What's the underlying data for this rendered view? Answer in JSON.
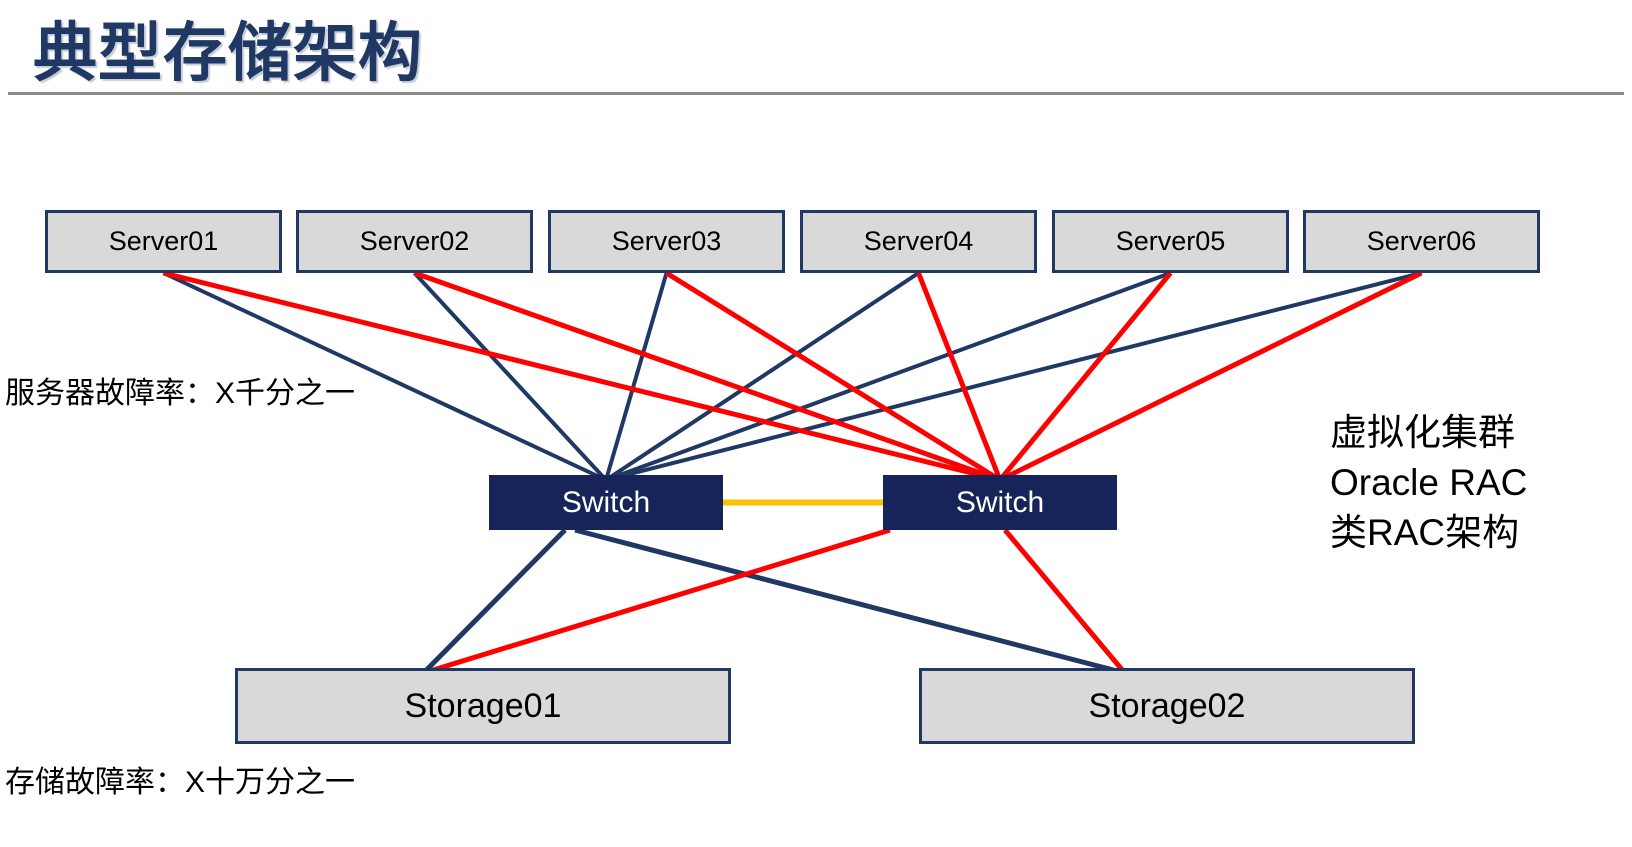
{
  "slide": {
    "title": "典型存储架构",
    "server_failure_note": "服务器故障率：X千分之一",
    "storage_failure_note": "存储故障率：X十万分之一",
    "cluster_note_lines": {
      "line1": "虚拟化集群",
      "line2": "Oracle RAC",
      "line3": "类RAC架构"
    }
  },
  "nodes": {
    "servers": [
      {
        "id": "server-1",
        "label": "Server01"
      },
      {
        "id": "server-2",
        "label": "Server02"
      },
      {
        "id": "server-3",
        "label": "Server03"
      },
      {
        "id": "server-4",
        "label": "Server04"
      },
      {
        "id": "server-5",
        "label": "Server05"
      },
      {
        "id": "server-6",
        "label": "Server06"
      }
    ],
    "switches": [
      {
        "id": "switch-a",
        "label": "Switch"
      },
      {
        "id": "switch-b",
        "label": "Switch"
      }
    ],
    "storages": [
      {
        "id": "storage-1",
        "label": "Storage01"
      },
      {
        "id": "storage-2",
        "label": "Storage02"
      }
    ]
  },
  "colors": {
    "navy": "#1F3864",
    "red": "#FF0000",
    "orange": "#FFC000",
    "box_fill": "#D9D9D9",
    "switch_fill": "#16245A",
    "title_text": "#1F3864"
  },
  "connections": [
    {
      "from": "server-1",
      "to": "switch-a",
      "color": "#1F3864",
      "width": 4,
      "fromAnchor": "bottom",
      "toAnchor": "top"
    },
    {
      "from": "server-2",
      "to": "switch-a",
      "color": "#1F3864",
      "width": 4,
      "fromAnchor": "bottom",
      "toAnchor": "top"
    },
    {
      "from": "server-3",
      "to": "switch-a",
      "color": "#1F3864",
      "width": 4,
      "fromAnchor": "bottom",
      "toAnchor": "top"
    },
    {
      "from": "server-4",
      "to": "switch-a",
      "color": "#1F3864",
      "width": 4,
      "fromAnchor": "bottom",
      "toAnchor": "top"
    },
    {
      "from": "server-5",
      "to": "switch-a",
      "color": "#1F3864",
      "width": 4,
      "fromAnchor": "bottom",
      "toAnchor": "top"
    },
    {
      "from": "server-6",
      "to": "switch-a",
      "color": "#1F3864",
      "width": 4,
      "fromAnchor": "bottom",
      "toAnchor": "top"
    },
    {
      "from": "server-1",
      "to": "switch-b",
      "color": "#FF0000",
      "width": 5,
      "fromAnchor": "bottom",
      "toAnchor": "top"
    },
    {
      "from": "server-2",
      "to": "switch-b",
      "color": "#FF0000",
      "width": 5,
      "fromAnchor": "bottom",
      "toAnchor": "top"
    },
    {
      "from": "server-3",
      "to": "switch-b",
      "color": "#FF0000",
      "width": 5,
      "fromAnchor": "bottom",
      "toAnchor": "top"
    },
    {
      "from": "server-4",
      "to": "switch-b",
      "color": "#FF0000",
      "width": 5,
      "fromAnchor": "bottom",
      "toAnchor": "top"
    },
    {
      "from": "server-5",
      "to": "switch-b",
      "color": "#FF0000",
      "width": 5,
      "fromAnchor": "bottom",
      "toAnchor": "top"
    },
    {
      "from": "server-6",
      "to": "switch-b",
      "color": "#FF0000",
      "width": 5,
      "fromAnchor": "bottom",
      "toAnchor": "top"
    },
    {
      "from": "switch-a",
      "to": "storage-1",
      "color": "#1F3864",
      "width": 5,
      "fromAnchor": "bottom",
      "toAnchor": "top",
      "fromDx": -41,
      "toFx": 0.38
    },
    {
      "from": "switch-a",
      "to": "storage-2",
      "color": "#1F3864",
      "width": 5,
      "fromAnchor": "bottom",
      "toAnchor": "top",
      "fromDx": -31,
      "toFx": 0.415
    },
    {
      "from": "switch-b",
      "to": "storage-1",
      "color": "#FF0000",
      "width": 5,
      "fromAnchor": "bottom",
      "toAnchor": "top",
      "fromDx": -110,
      "toFx": 0.38
    },
    {
      "from": "switch-b",
      "to": "storage-2",
      "color": "#FF0000",
      "width": 5,
      "fromAnchor": "bottom",
      "toAnchor": "top",
      "fromDx": 5,
      "toFx": 0.415
    },
    {
      "from": "switch-a",
      "to": "switch-b",
      "color": "#FFC000",
      "width": 6,
      "fromAnchor": "right",
      "toAnchor": "left"
    }
  ]
}
